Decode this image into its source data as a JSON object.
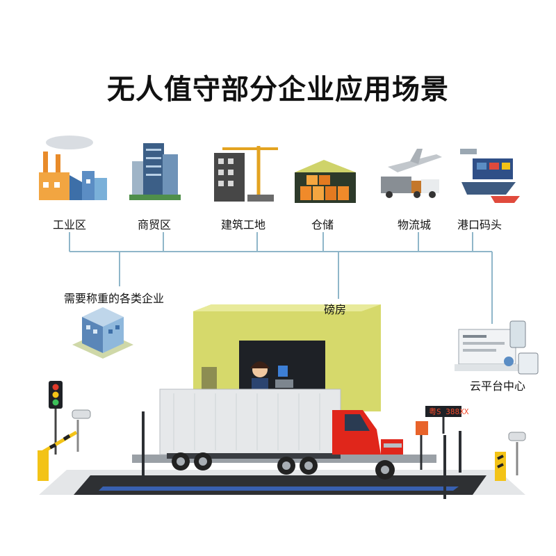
{
  "title": "无人值守部分企业应用场景",
  "scenarios": [
    {
      "label": "工业区",
      "icon": "factory-icon"
    },
    {
      "label": "商贸区",
      "icon": "office-tower-icon"
    },
    {
      "label": "建筑工地",
      "icon": "construction-crane-icon"
    },
    {
      "label": "仓储",
      "icon": "warehouse-icon"
    },
    {
      "label": "物流城",
      "icon": "logistics-plane-truck-icon"
    },
    {
      "label": "港口码头",
      "icon": "port-cargo-ship-icon"
    }
  ],
  "enterprise_label": "需要称重的各类企业",
  "weighroom_label": "磅房",
  "cloud_label": "云平台中心",
  "plate_text": "粤S 388XX",
  "colors": {
    "connector": "#8fb6c9",
    "booth": "#d6d96b",
    "truck": "#e0261b",
    "container": "#e6e8ea",
    "barrier_stripe": "#f3c317"
  }
}
